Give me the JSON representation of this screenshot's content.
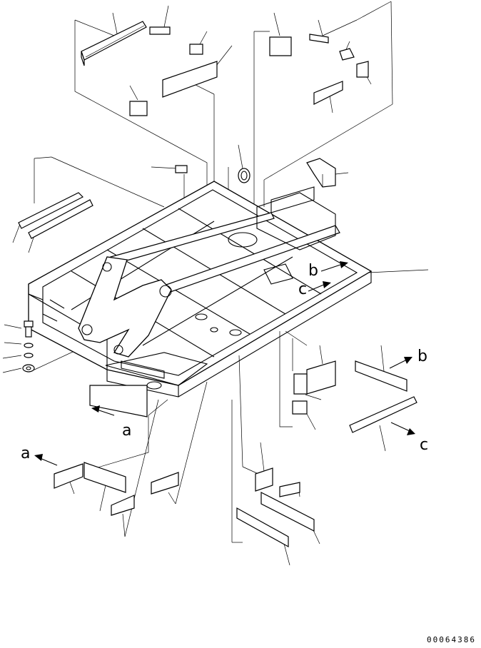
{
  "diagram": {
    "callouts": {
      "a_bottom": "a",
      "a_left": "a",
      "b_right": "b",
      "b_frame": "b",
      "c_right": "c",
      "c_frame": "c"
    },
    "drawing_number": "00064386"
  }
}
